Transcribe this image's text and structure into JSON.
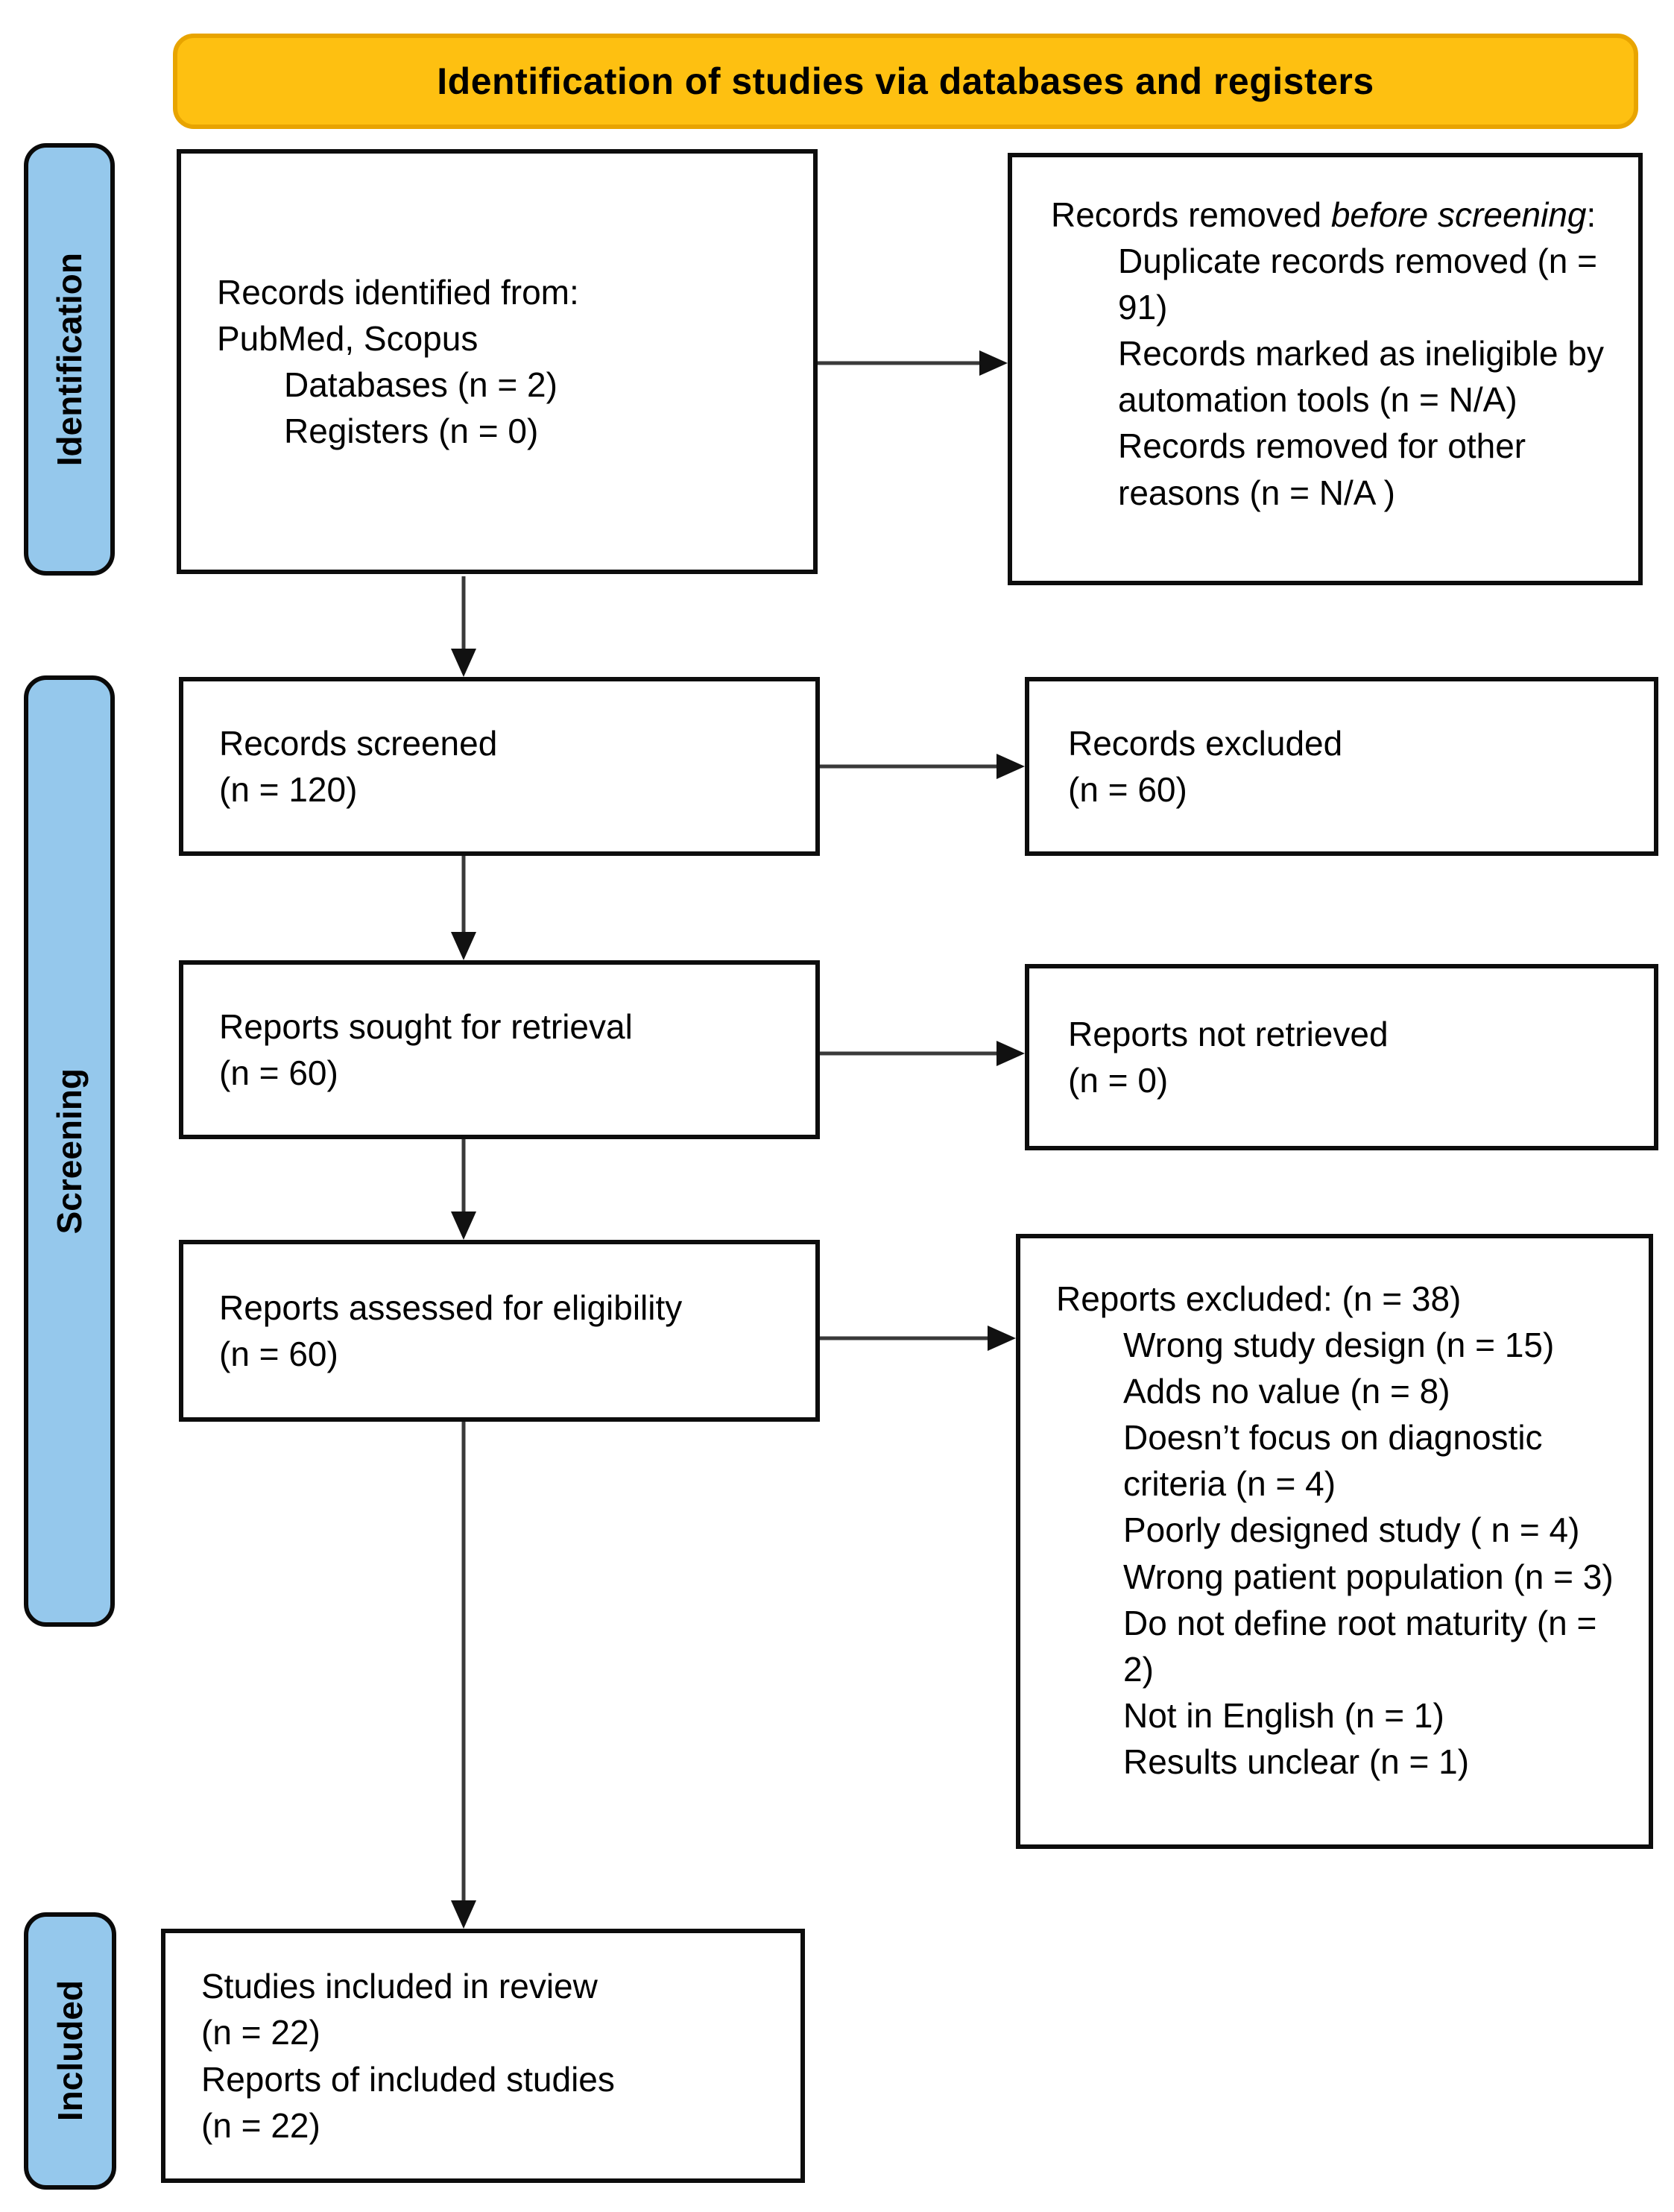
{
  "banner": {
    "title": "Identification of studies via databases and registers"
  },
  "stages": {
    "identification": "Identification",
    "screening": "Screening",
    "included": "Included"
  },
  "boxes": {
    "identified": {
      "line1": "Records identified from:",
      "line2": "PubMed, Scopus",
      "indented": [
        "Databases (n = 2)",
        "Registers (n = 0)"
      ]
    },
    "removed": {
      "title_pre": "Records removed ",
      "title_italic": "before screening",
      "title_post": ":",
      "items": [
        "Duplicate records removed (n = 91)",
        "Records marked as ineligible by automation tools (n = N/A)",
        "Records removed for other reasons (n = N/A )"
      ]
    },
    "screened": {
      "line1": "Records screened",
      "line2": "(n = 120)"
    },
    "excluded": {
      "line1": "Records excluded",
      "line2": "(n = 60)"
    },
    "sought": {
      "line1": "Reports sought for retrieval",
      "line2": "(n = 60)"
    },
    "not_retrieved": {
      "line1": "Reports not retrieved",
      "line2": "(n = 0)"
    },
    "assessed": {
      "line1": "Reports assessed for eligibility",
      "line2": "(n = 60)"
    },
    "reports_excluded": {
      "title": "Reports excluded: (n = 38)",
      "items": [
        "Wrong study design (n = 15)",
        "Adds no value (n = 8)",
        "Doesn’t focus on diagnostic criteria (n = 4)",
        "Poorly designed study ( n = 4)",
        "Wrong patient population (n = 3)",
        "Do not define root maturity (n = 2)",
        "Not in English (n = 1)",
        "Results unclear (n = 1)"
      ]
    },
    "included_studies": {
      "lines": [
        "Studies included in review",
        "(n = 22)",
        "Reports of included studies",
        "(n = 22)"
      ]
    }
  },
  "colors": {
    "banner_fill": "#FEC011",
    "banner_border": "#E8A400",
    "stage_fill": "#95C8EC",
    "box_border": "#0D0D0D",
    "arrow": "#3A3A3A"
  }
}
